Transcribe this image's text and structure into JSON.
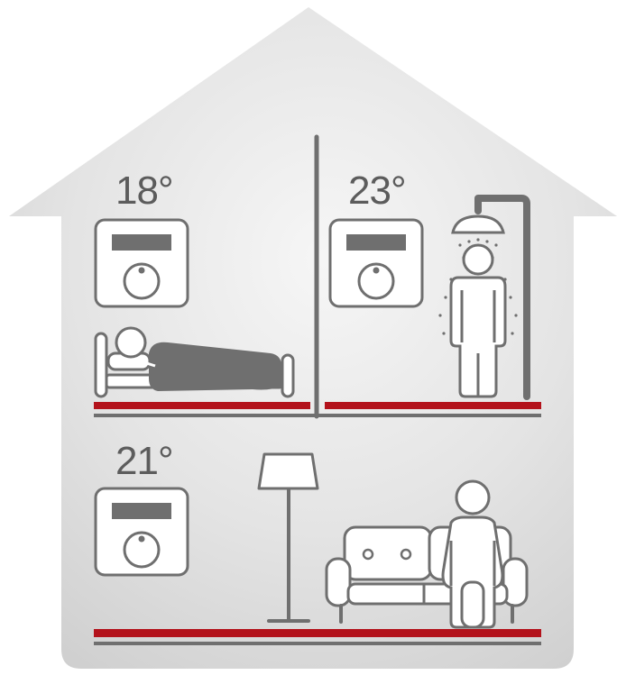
{
  "rooms": {
    "bedroom": {
      "temperature": "18°",
      "icons": [
        "thermostat-icon",
        "bed-icon",
        "sleeping-person-icon"
      ]
    },
    "bathroom": {
      "temperature": "23°",
      "icons": [
        "thermostat-icon",
        "shower-icon",
        "showering-person-icon"
      ]
    },
    "living_room": {
      "temperature": "21°",
      "icons": [
        "thermostat-icon",
        "floor-lamp-icon",
        "sofa-icon",
        "seated-person-icon"
      ]
    }
  },
  "colors": {
    "house_fill": "#d9d9d9",
    "line_gray": "#6f6f6f",
    "floor_red": "#b3121b",
    "text_gray": "#5c5c5c"
  }
}
